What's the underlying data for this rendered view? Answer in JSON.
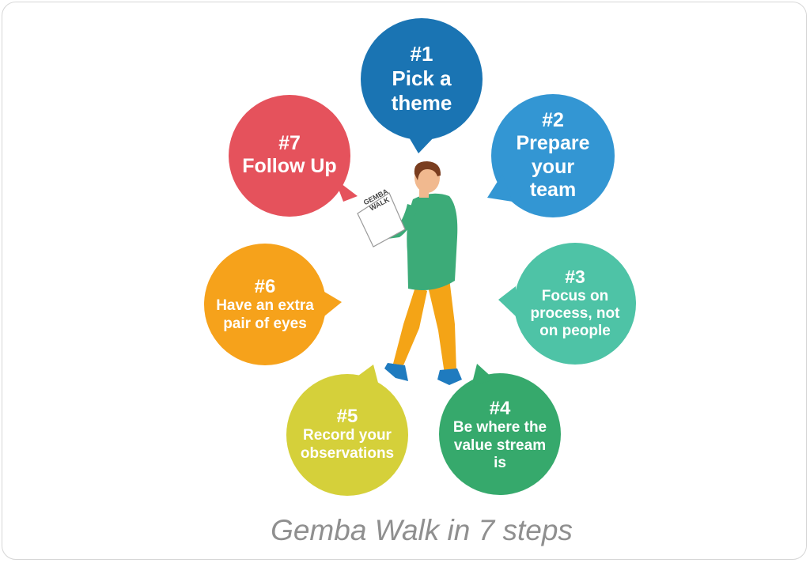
{
  "title": "Gemba Walk in 7 steps",
  "paper_label": [
    "GEMBA",
    "WALK"
  ],
  "steps": [
    {
      "number": "#1",
      "text": [
        "Pick a",
        "theme"
      ],
      "color": "#1a74b3"
    },
    {
      "number": "#2",
      "text": [
        "Prepare",
        "your",
        "team"
      ],
      "color": "#3396d3"
    },
    {
      "number": "#3",
      "text": [
        "Focus on",
        "process, not",
        "on people"
      ],
      "color": "#4ec3a6"
    },
    {
      "number": "#4",
      "text": [
        "Be where the",
        "value stream",
        "is"
      ],
      "color": "#36a96c"
    },
    {
      "number": "#5",
      "text": [
        "Record your",
        "observations"
      ],
      "color": "#d5d03a"
    },
    {
      "number": "#6",
      "text": [
        "Have an extra",
        "pair of eyes"
      ],
      "color": "#f6a21b"
    },
    {
      "number": "#7",
      "text": [
        "Follow Up"
      ],
      "color": "#e5525c"
    }
  ],
  "person_colors": {
    "shirt": "#3cab78",
    "pants": "#f4a416",
    "shoes": "#1f7bbf",
    "hair": "#7a3d1f",
    "skin": "#f1b98f"
  }
}
